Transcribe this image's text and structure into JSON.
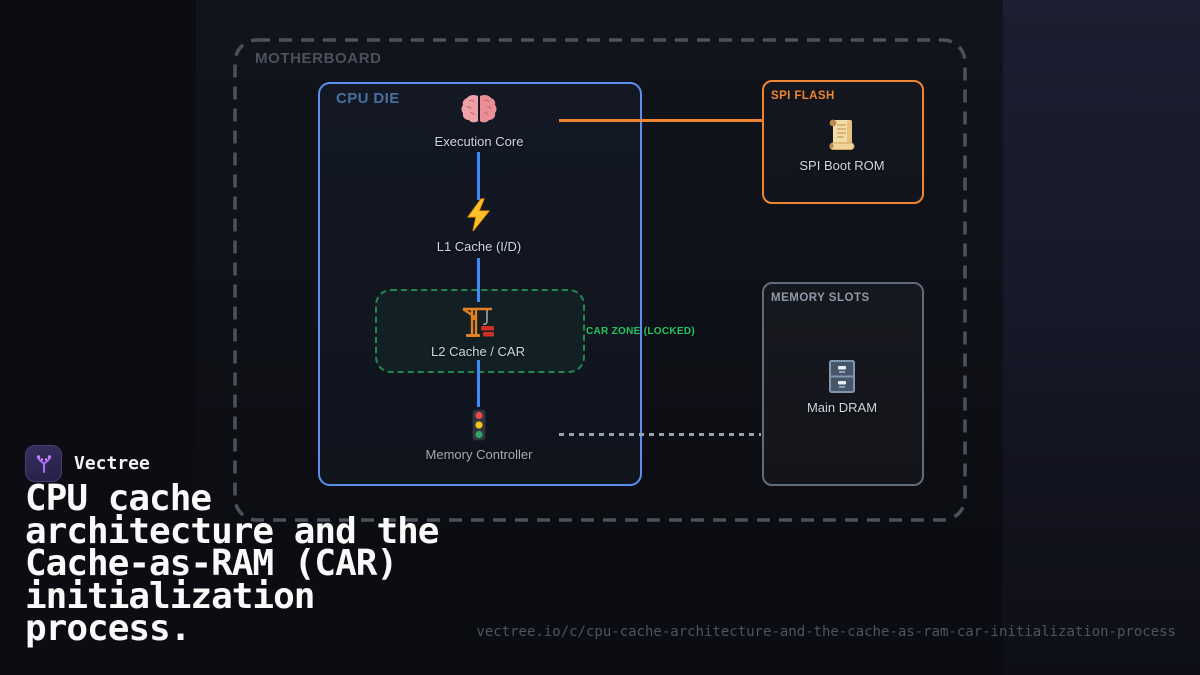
{
  "brand": {
    "name": "Vectree",
    "logo_icon": "vectree-branch-icon"
  },
  "headline": "CPU cache architecture and the Cache-as-RAM (CAR) initialization process.",
  "footer_url": "vectree.io/c/cpu-cache-architecture-and-the-cache-as-ram-car-initialization-process",
  "diagram": {
    "motherboard": {
      "label": "MOTHERBOARD"
    },
    "cpu_die": {
      "label": "CPU DIE",
      "execution_core": {
        "label": "Execution Core",
        "icon": "brain-icon"
      },
      "l1_cache": {
        "label": "L1 Cache (I/D)",
        "icon": "lightning-icon"
      },
      "l2_cache": {
        "label": "L2 Cache / CAR",
        "icon": "crane-icon"
      },
      "car_zone": {
        "label": "CAR ZONE (LOCKED)"
      },
      "memory_controller": {
        "label": "Memory Controller",
        "icon": "traffic-light-icon"
      }
    },
    "spi_flash": {
      "label": "SPI FLASH",
      "boot_rom": {
        "label": "SPI Boot ROM",
        "icon": "scroll-icon"
      }
    },
    "memory_slots": {
      "label": "MEMORY SLOTS",
      "main_dram": {
        "label": "Main DRAM",
        "icon": "file-cabinet-icon"
      }
    },
    "connections": [
      {
        "from": "execution_core",
        "to": "boot_rom",
        "style": "solid-orange"
      },
      {
        "from": "execution_core",
        "to": "l1_cache",
        "style": "solid-blue"
      },
      {
        "from": "l1_cache",
        "to": "l2_cache",
        "style": "solid-blue"
      },
      {
        "from": "l2_cache",
        "to": "memory_controller",
        "style": "solid-blue"
      },
      {
        "from": "memory_controller",
        "to": "main_dram",
        "style": "dashed-gray"
      }
    ],
    "colors": {
      "cpu_die_border": "#5b8ef0",
      "cpu_die_label": "#4a6f9e",
      "spi_flash_accent": "#ef8432",
      "memory_slots_border": "#5f6c7d",
      "memory_slots_label": "#8e99a8",
      "car_zone_green": "#22c55e",
      "car_zone_border": "#27864d",
      "connector_blue": "#3d8bfd",
      "motherboard_gray": "#4a525d",
      "node_label": "#cfd5dc",
      "muted_label": "#a6adb7",
      "url_gray": "#4d545f"
    }
  }
}
